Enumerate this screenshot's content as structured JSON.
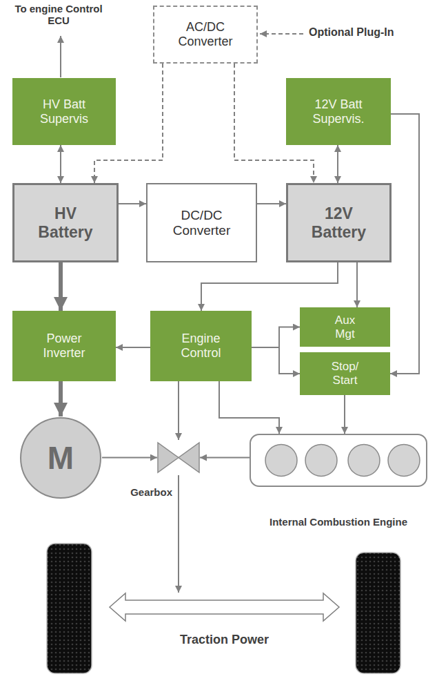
{
  "diagram": {
    "nodes": [
      {
        "text": [
          "AC/DC Converter"
        ]
      },
      {
        "text": [
          "HV Batt Supervis"
        ]
      },
      {
        "text": [
          "12V Batt Supervis."
        ]
      },
      {
        "text": [
          "HV Battery"
        ]
      },
      {
        "text": [
          "DC/DC Converter"
        ]
      },
      {
        "text": [
          "12V Battery"
        ]
      },
      {
        "text": [
          "Power Inverter"
        ]
      },
      {
        "text": [
          "Engine Control"
        ]
      },
      {
        "text": [
          "Aux Mgt"
        ]
      },
      {
        "text": [
          "Stop/ Start"
        ]
      },
      {
        "text": [
          "M"
        ]
      },
      {
        "text": [
          "Gearbox"
        ]
      },
      {
        "text": [
          "Internal Combustion Engine"
        ]
      },
      {
        "text": [
          "Traction Power"
        ]
      }
    ],
    "edges": [
      {
        "from": 0,
        "to": 3,
        "arrow": "to"
      },
      {
        "from": 0,
        "to": 5,
        "arrow": "to"
      },
      {
        "from": 1,
        "to": 3,
        "arrow": "both"
      },
      {
        "from": 2,
        "to": 5,
        "arrow": "both"
      },
      {
        "from": 3,
        "to": 4,
        "arrow": "to"
      },
      {
        "from": 4,
        "to": 5,
        "arrow": "to"
      },
      {
        "from": 3,
        "to": 6,
        "arrow": "to"
      },
      {
        "from": 5,
        "to": 7,
        "arrow": "to"
      },
      {
        "from": 5,
        "to": 8,
        "arrow": "to"
      },
      {
        "from": 2,
        "to": 9,
        "arrow": "to"
      },
      {
        "from": 7,
        "to": 6,
        "arrow": "to"
      },
      {
        "from": 7,
        "to": 8,
        "arrow": "to"
      },
      {
        "from": 7,
        "to": 9,
        "arrow": "to"
      },
      {
        "from": 7,
        "to": 11,
        "arrow": "to"
      },
      {
        "from": 7,
        "to": 12,
        "arrow": "to"
      },
      {
        "from": 9,
        "to": 12,
        "arrow": "to"
      },
      {
        "from": 6,
        "to": 10,
        "arrow": "to"
      },
      {
        "from": 10,
        "to": 11,
        "arrow": "to"
      },
      {
        "from": 12,
        "to": 11,
        "arrow": "to"
      },
      {
        "from": 11,
        "to": 13,
        "arrow": "to"
      }
    ],
    "labels": [
      "To engine Control ECU",
      "Optional Plug-In"
    ]
  }
}
